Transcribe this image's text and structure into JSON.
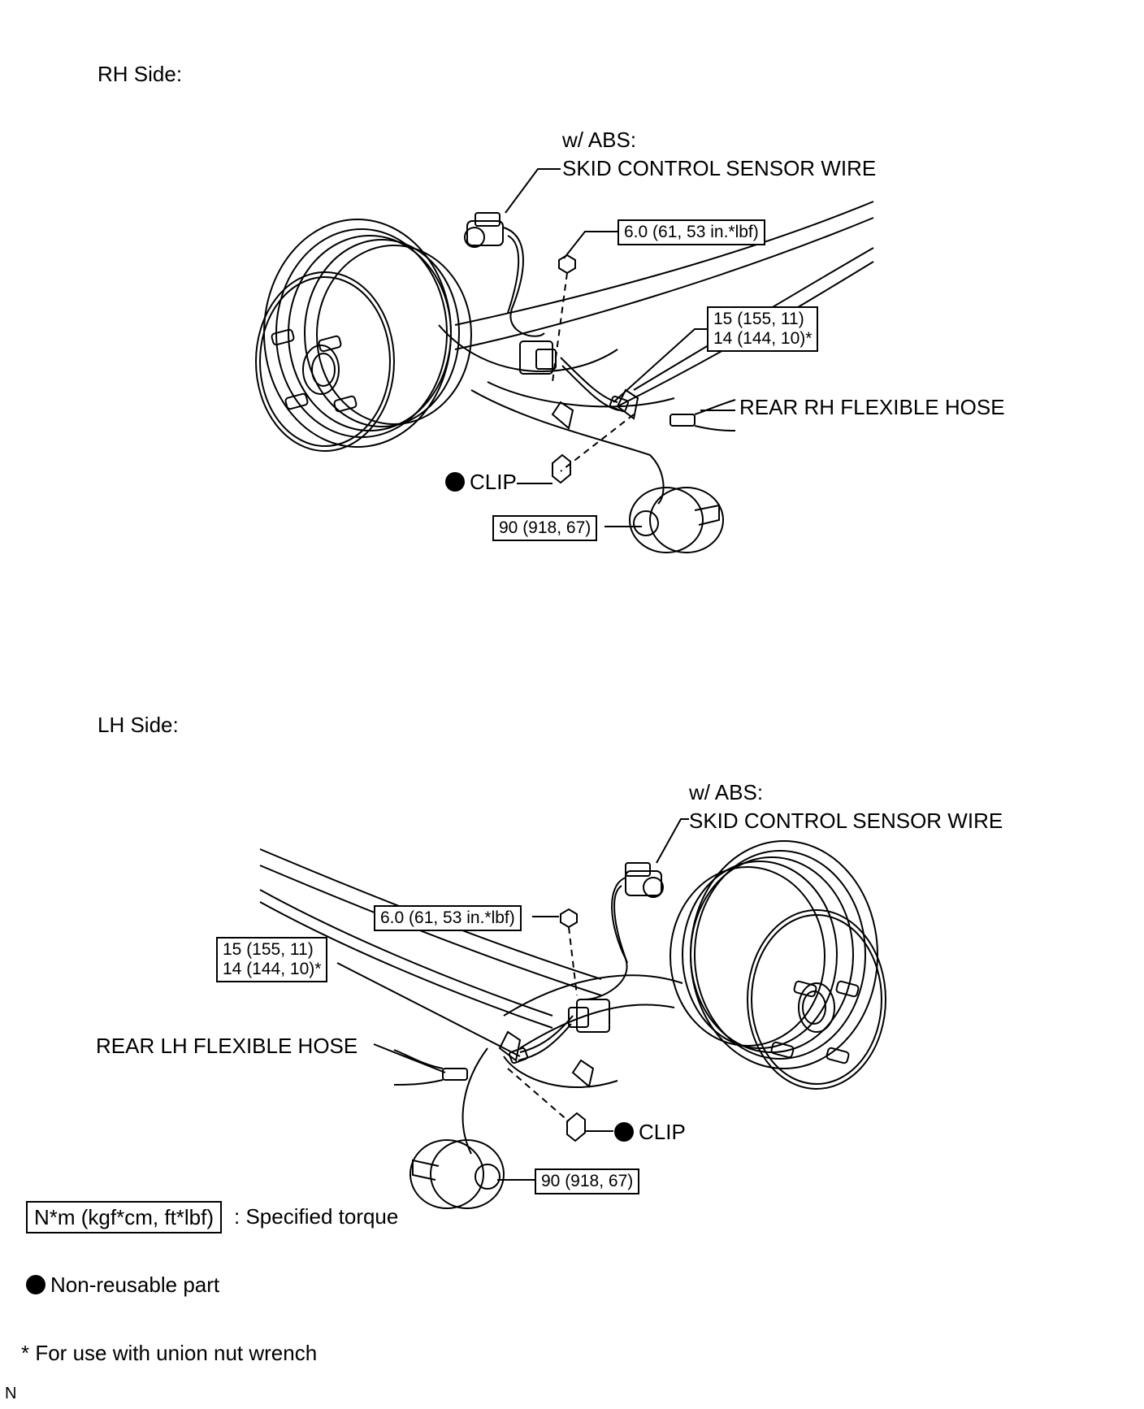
{
  "sections": {
    "rh": {
      "title": "RH Side:",
      "abs_label": "w/ ABS:",
      "sensor_wire": "SKID CONTROL SENSOR WIRE",
      "torque_small_nut": "6.0 (61, 53 in.*lbf)",
      "torque_union_line1": "15 (155, 11)",
      "torque_union_line2": "14 (144, 10)*",
      "flexible_hose": "REAR RH FLEXIBLE HOSE",
      "clip": "CLIP",
      "torque_bolt": "90 (918, 67)"
    },
    "lh": {
      "title": "LH Side:",
      "abs_label": "w/ ABS:",
      "sensor_wire": "SKID CONTROL SENSOR WIRE",
      "torque_small_nut": "6.0 (61, 53 in.*lbf)",
      "torque_union_line1": "15 (155, 11)",
      "torque_union_line2": "14 (144, 10)*",
      "flexible_hose": "REAR LH FLEXIBLE HOSE",
      "clip": "CLIP",
      "torque_bolt": "90 (918, 67)"
    }
  },
  "legend": {
    "torque_box": "N*m (kgf*cm, ft*lbf)",
    "torque_desc": ": Specified torque",
    "non_reusable": "Non-reusable part",
    "footnote": "* For use with union nut wrench"
  },
  "corner_mark": "N"
}
